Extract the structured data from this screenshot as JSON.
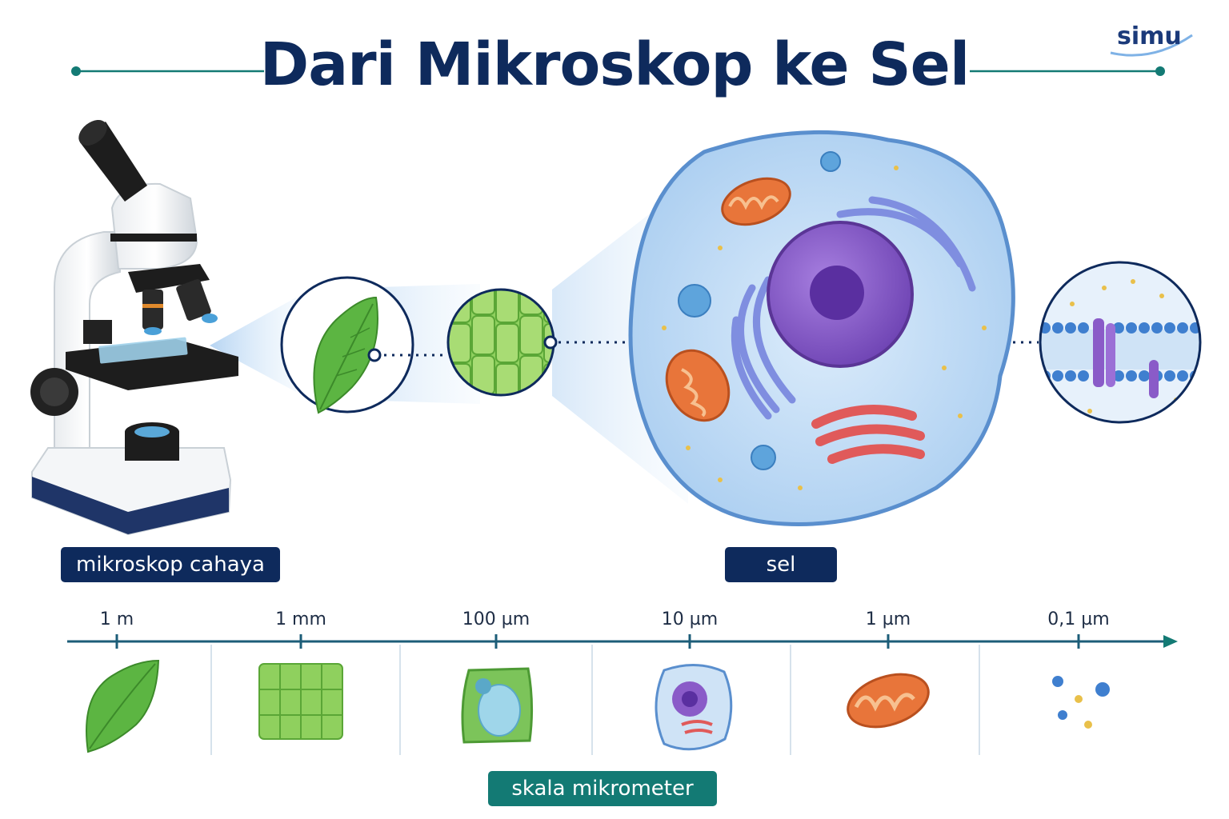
{
  "title": "Dari Mikroskop ke Sel",
  "brand": "simu",
  "labels": {
    "microscope": "mikroskop cahaya",
    "cell": "sel",
    "scale": "skala mikrometer"
  },
  "scale_ticks": [
    "1 m",
    "1 mm",
    "100 µm",
    "10 µm",
    "1 µm",
    "0,1 µm"
  ],
  "scale_items": [
    "leaf-icon",
    "tissue-icon",
    "plant-cell-icon",
    "animal-cell-icon",
    "mitochondrion-icon",
    "molecules-icon"
  ],
  "colors": {
    "navy": "#0e2a5c",
    "teal": "#137a74",
    "leaf_green": "#4caf3c",
    "cell_blue": "#bcdcf6",
    "nucleus_purple": "#8a5bc8",
    "mitochondria_orange": "#e8753a"
  }
}
